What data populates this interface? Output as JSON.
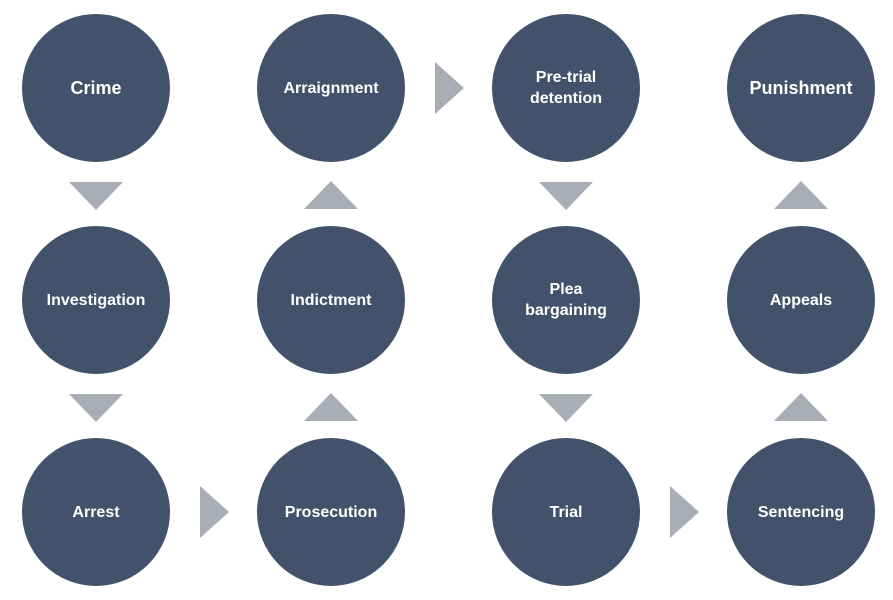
{
  "colors": {
    "node_fill": "#41526a",
    "node_text": "#ffffff",
    "arrow": "#a8adb6",
    "background": "#ffffff"
  },
  "nodes": [
    {
      "id": "crime",
      "label": "Crime"
    },
    {
      "id": "investigation",
      "label": "Investigation"
    },
    {
      "id": "arrest",
      "label": "Arrest"
    },
    {
      "id": "prosecution",
      "label": "Prosecution"
    },
    {
      "id": "indictment",
      "label": "Indictment"
    },
    {
      "id": "arraignment",
      "label": "Arraignment"
    },
    {
      "id": "pre-trial-detention",
      "label": "Pre-trial\ndetention"
    },
    {
      "id": "plea-bargaining",
      "label": "Plea\nbargaining"
    },
    {
      "id": "trial",
      "label": "Trial"
    },
    {
      "id": "sentencing",
      "label": "Sentencing"
    },
    {
      "id": "appeals",
      "label": "Appeals"
    },
    {
      "id": "punishment",
      "label": "Punishment"
    }
  ],
  "edges": [
    {
      "from": "crime",
      "to": "investigation"
    },
    {
      "from": "investigation",
      "to": "arrest"
    },
    {
      "from": "arrest",
      "to": "prosecution"
    },
    {
      "from": "prosecution",
      "to": "indictment"
    },
    {
      "from": "indictment",
      "to": "arraignment"
    },
    {
      "from": "arraignment",
      "to": "pre-trial-detention"
    },
    {
      "from": "pre-trial-detention",
      "to": "plea-bargaining"
    },
    {
      "from": "plea-bargaining",
      "to": "trial"
    },
    {
      "from": "trial",
      "to": "sentencing"
    },
    {
      "from": "sentencing",
      "to": "appeals"
    },
    {
      "from": "appeals",
      "to": "punishment"
    }
  ]
}
